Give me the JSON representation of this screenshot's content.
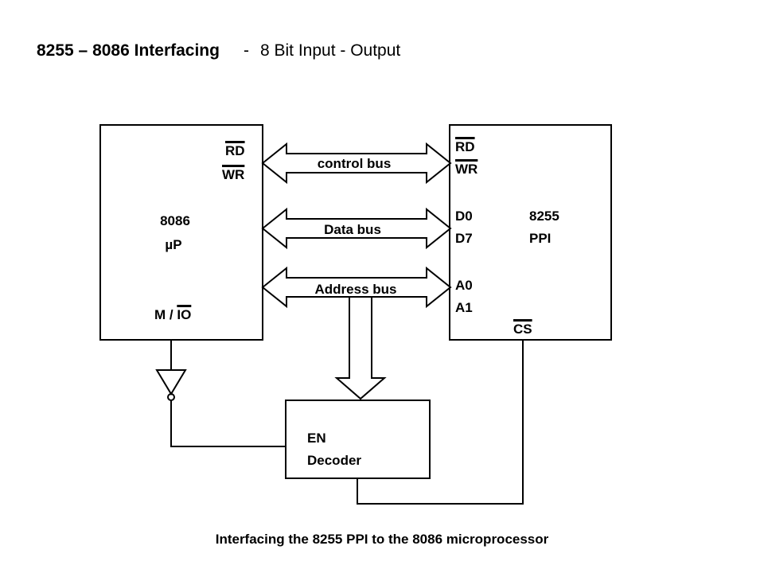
{
  "title": {
    "main": "8255 – 8086 Interfacing",
    "separator": "-",
    "sub": "8 Bit Input - Output"
  },
  "cpu": {
    "name": "8086",
    "subname": "µP",
    "pin_rd": "RD",
    "pin_wr": "WR",
    "pin_mio_m": "M /",
    "pin_mio_io": "IO"
  },
  "ppi": {
    "name": "8255",
    "subname": "PPI",
    "pin_rd": "RD",
    "pin_wr": "WR",
    "pin_d0": "D0",
    "pin_d7": "D7",
    "pin_a0": "A0",
    "pin_a1": "A1",
    "pin_cs": "CS"
  },
  "buses": {
    "control": "control bus",
    "data": "Data bus",
    "address": "Address bus"
  },
  "decoder": {
    "enable": "EN",
    "name": "Decoder"
  },
  "caption": "Interfacing the 8255 PPI to the 8086 microprocessor"
}
